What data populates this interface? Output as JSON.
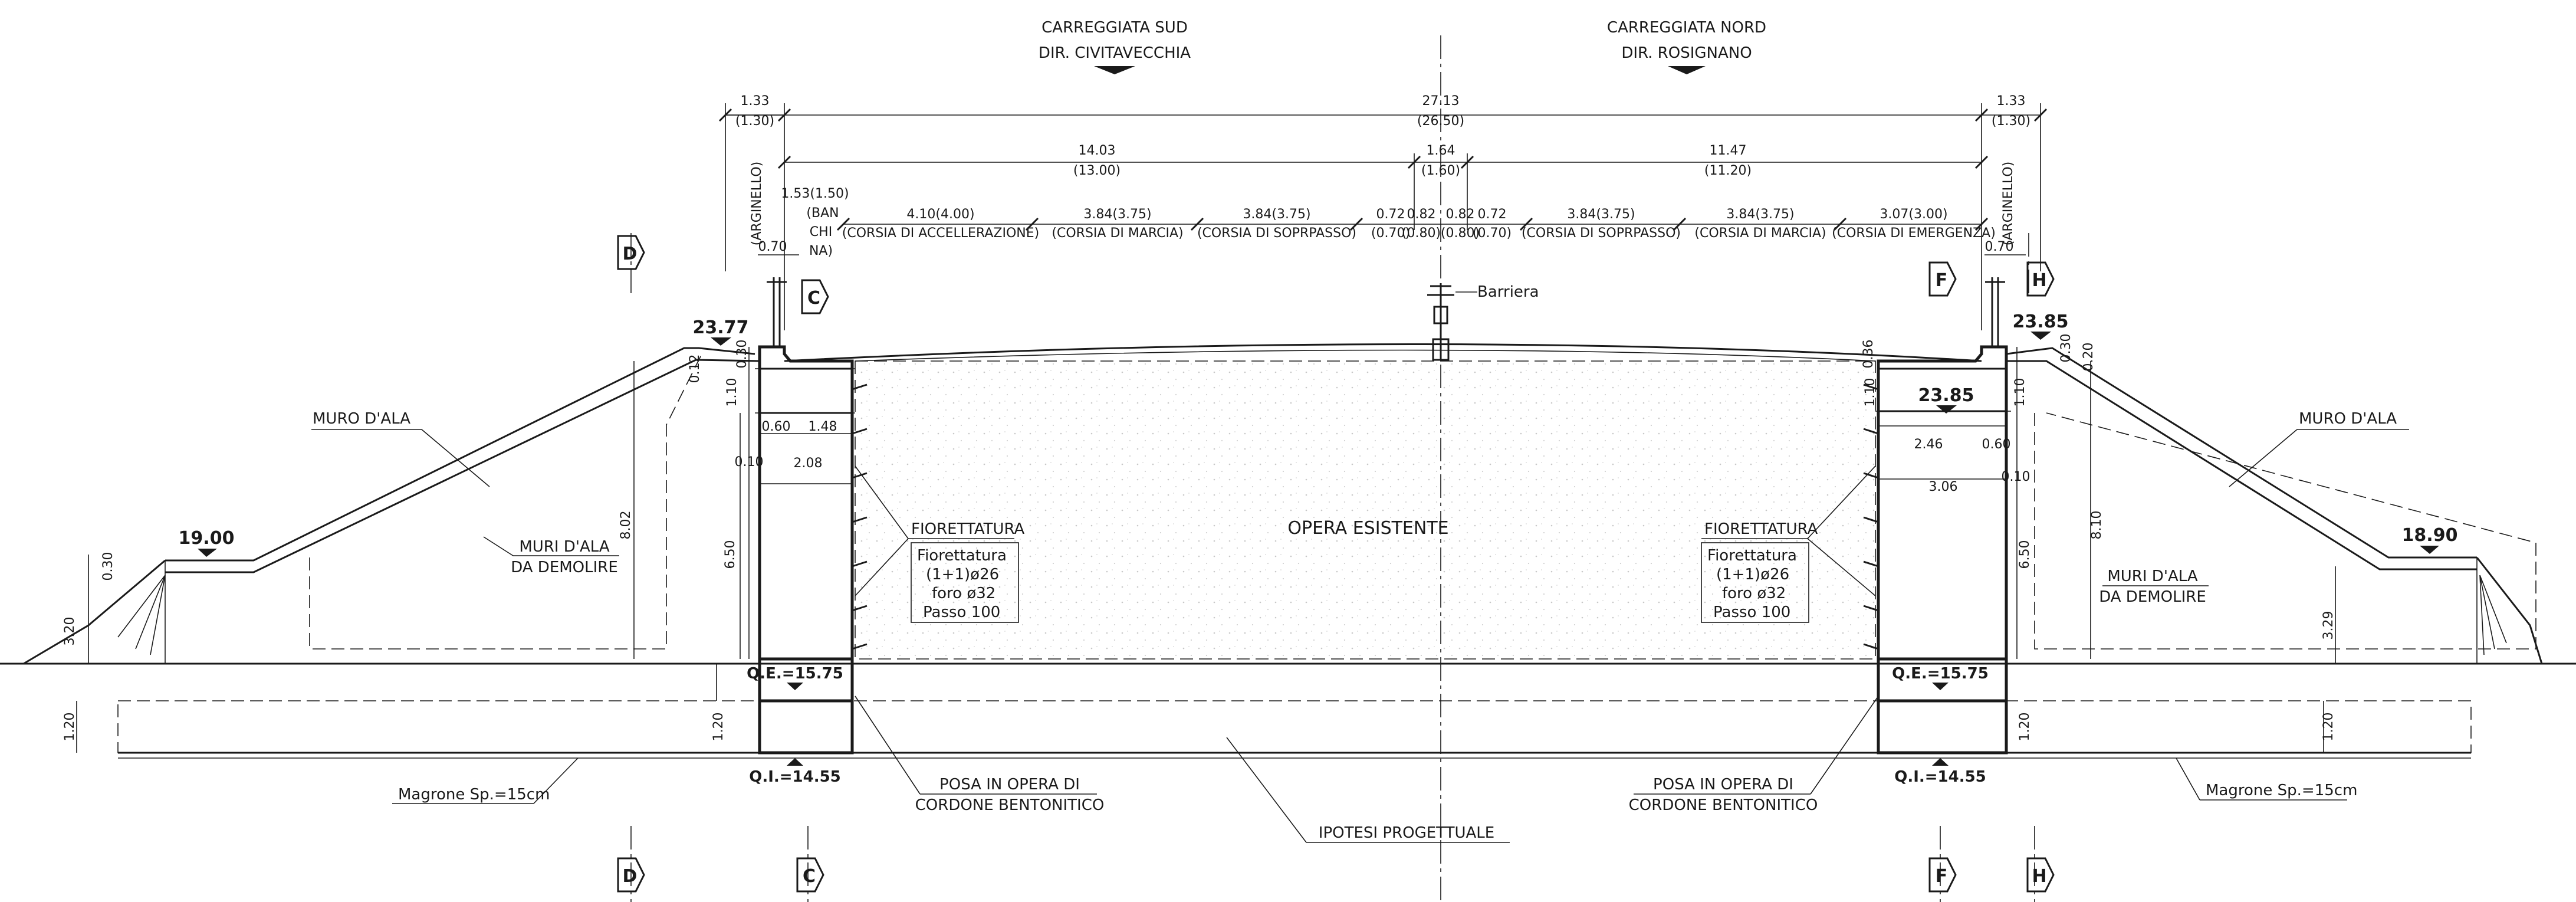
{
  "header": {
    "carriageway_left": "CARREGGIATA SUD",
    "carriageway_left_dir": "DIR. CIVITAVECCHIA",
    "carriageway_right": "CARREGGIATA NORD",
    "carriageway_right_dir": "DIR. ROSIGNANO"
  },
  "dims": {
    "total": "27.13",
    "total_old": "(26.50)",
    "left_edge": "1.33",
    "left_edge_old": "(1.30)",
    "right_edge": "1.33",
    "right_edge_old": "(1.30)",
    "left_half": "14.03",
    "left_half_old": "(13.00)",
    "median": "1.64",
    "median_old": "(1.60)",
    "right_half": "11.47",
    "right_half_old": "(11.20)",
    "arginello": "(ARGINELLO)",
    "banchina": "1.53(1.50)",
    "banchina_l1": "(BAN",
    "banchina_l2": "CHI",
    "banchina_l3": "NA)",
    "lanes": [
      {
        "dim": "4.10(4.00)",
        "name": "(CORSIA DI ACCELLERAZIONE)"
      },
      {
        "dim": "3.84(3.75)",
        "name": "(CORSIA DI MARCIA)"
      },
      {
        "dim": "3.84(3.75)",
        "name": "(CORSIA DI SOPRPASSO)"
      },
      {
        "dim": "3.84(3.75)",
        "name": "(CORSIA DI SOPRPASSO)"
      },
      {
        "dim": "3.84(3.75)",
        "name": "(CORSIA DI MARCIA)"
      },
      {
        "dim": "3.07(3.00)",
        "name": "(CORSIA DI EMERGENZA)"
      }
    ],
    "median_parts": [
      "0.72",
      "0.82",
      "0.82",
      "0.72"
    ],
    "median_parts_old": [
      "(0.70)",
      "(0.80)",
      "(0.80)",
      "(0.70)"
    ],
    "left_070": "0.70",
    "right_070": "0.70"
  },
  "labels": {
    "barriera": "Barriera",
    "opera_esistente": "OPERA ESISTENTE",
    "muro_dala": "MURO D'ALA",
    "muri_dala_1": "MURI D'ALA",
    "muri_dala_2": "DA DEMOLIRE",
    "fiorettatura": "FIORETTATURA",
    "fior_box": [
      "Fiorettatura",
      "(1+1)ø26",
      "foro ø32",
      "Passo 100"
    ],
    "posa_1": "POSA IN OPERA DI",
    "posa_2": "CORDONE BENTONITICO",
    "magrone": "Magrone Sp.=15cm",
    "ipotesi": "IPOTESI PROGETTUALE"
  },
  "elevations": {
    "left_top": "23.77",
    "right_top": "23.85",
    "right_inner": "23.85",
    "left_wing": "19.00",
    "right_wing": "18.90",
    "qe_left": "Q.E.=15.75",
    "qe_right": "Q.E.=15.75",
    "qi_left": "Q.I.=14.55",
    "qi_right": "Q.I.=14.55"
  },
  "left_abut": {
    "h_030": "0.30",
    "h_012": "0.12",
    "h_110": "1.10",
    "w_060": "0.60",
    "w_148": "1.48",
    "w_010": "0.10",
    "w_208": "2.08",
    "h_650": "6.50",
    "h_802": "8.02",
    "h_120": "1.20",
    "wing_030": "0.30",
    "wing_320": "3.20",
    "wing_120": "1.20"
  },
  "right_abut": {
    "h_036": "0.36",
    "h_110": "1.10",
    "h_110b": "1.10",
    "w_246": "2.46",
    "w_060": "0.60",
    "w_306": "3.06",
    "w_010": "0.10",
    "h_650": "6.50",
    "h_810": "8.10",
    "h_020": "0.20",
    "h_030": "0.30",
    "h_120": "1.20",
    "wing_329": "3.29",
    "wing_120": "1.20"
  },
  "sections": [
    "D",
    "C",
    "F",
    "H"
  ]
}
